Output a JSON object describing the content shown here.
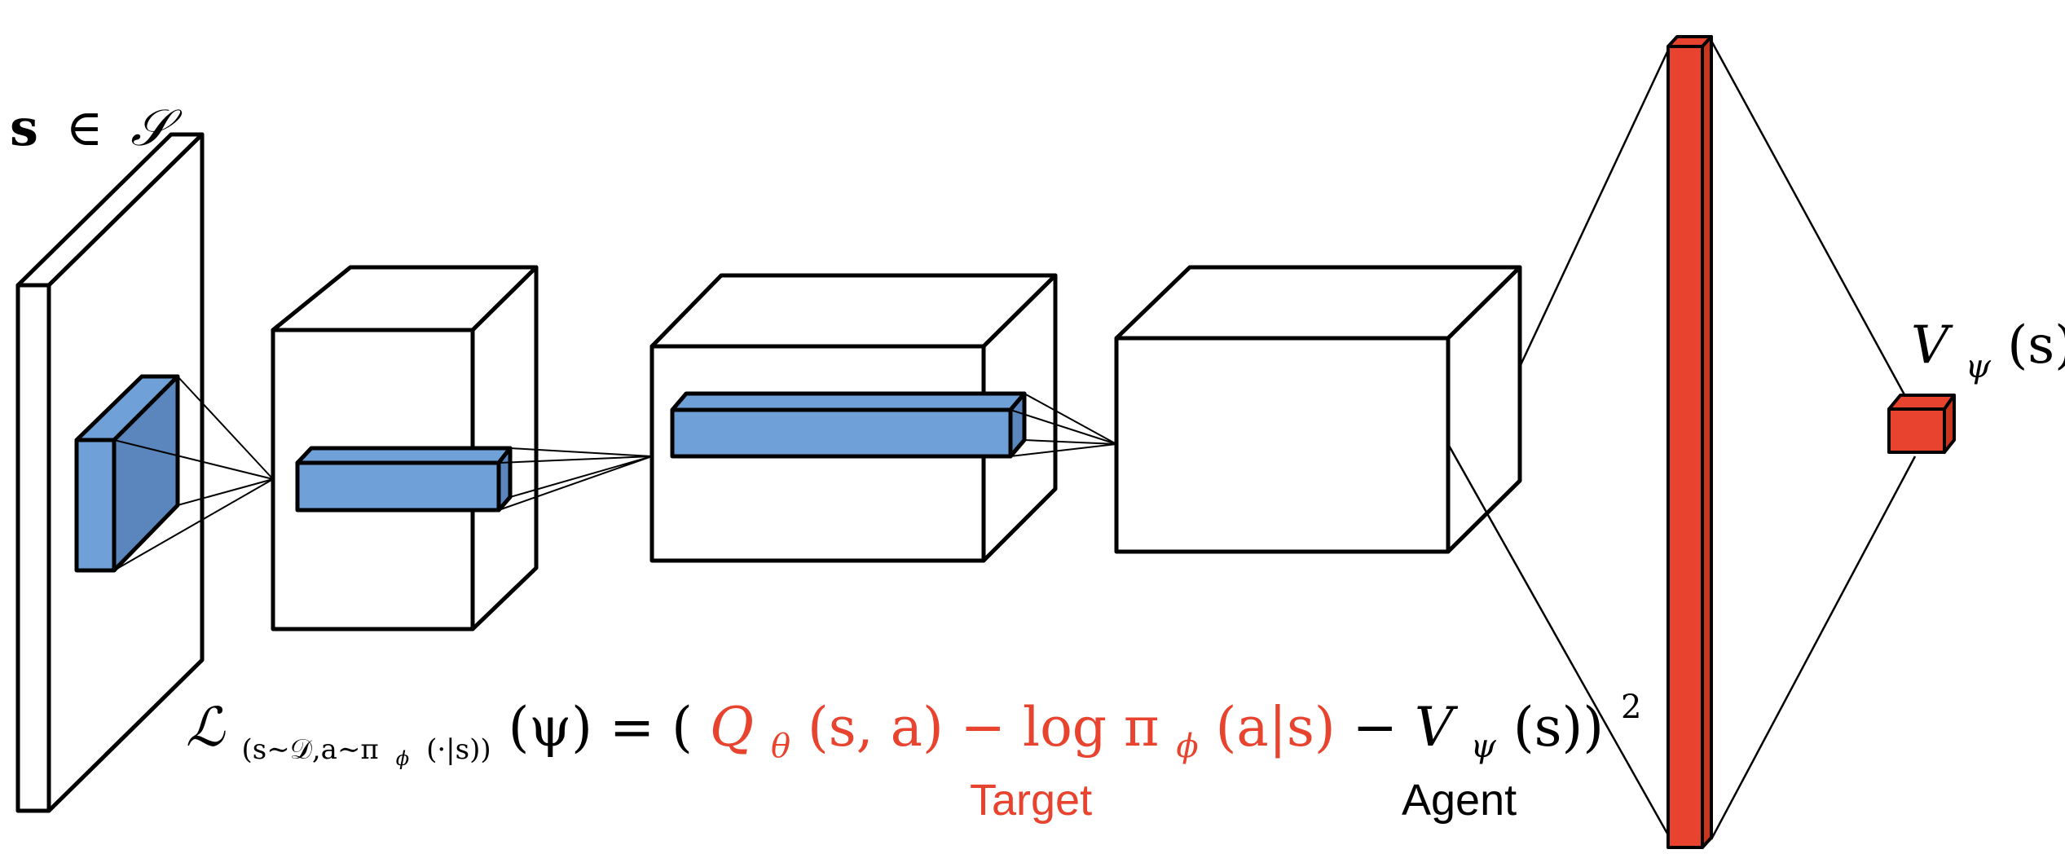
{
  "labels": {
    "input_set": {
      "s": "s",
      "in": "∈",
      "set": "𝒮"
    },
    "value_output": {
      "V": "V",
      "sub": "ψ",
      "arg": "(s)"
    }
  },
  "equation": {
    "L": "ℒ",
    "L_sub": "(s∼𝒟,a∼π",
    "L_sub_phi": "ϕ",
    "L_sub_end": "(·|s))",
    "psi_arg": "(ψ) = (",
    "Q": "Q",
    "Q_sub": "θ",
    "Q_args": "(s, a) − log π",
    "pi_sub": "ϕ",
    "pi_args": "(a|s)",
    "minus": " − V",
    "V_sub": "ψ",
    "V_args": "(s))",
    "power": "2"
  },
  "annotations": {
    "target": "Target",
    "agent": "Agent"
  },
  "colors": {
    "target_red": "#e8432e",
    "layer_blue": "#6fa0d8",
    "layer_blue_dark": "#5a86bd",
    "fc_red": "#e8432e",
    "stroke": "#000000"
  }
}
